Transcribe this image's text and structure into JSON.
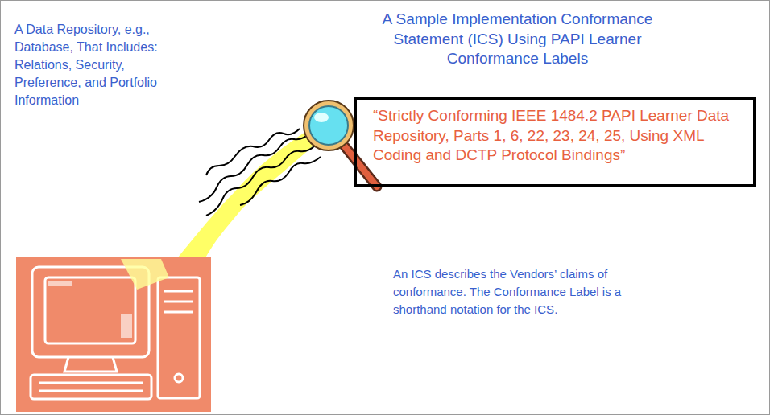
{
  "diagram": {
    "title": "A Sample Implementation Conformance Statement (ICS) Using PAPI Learner Conformance Labels",
    "nodes": [
      {
        "text": [
          "“Strictly Conforming IEEE 1484.2 PAPI Learner Data Repository, Parts 1, 6, 22, 23, 24, 25, Using XML Coding and DCTP Protocol Bindings”"
        ]
      }
    ],
    "labels": [
      "A Data Repository, e.g., Database, That Includes: Relations, Security, Preference, and Portfolio Information",
      "An ICS describes the Vendors’ claims of conformance. The Conformance Label is a shorthand notation for the ICS."
    ]
  }
}
